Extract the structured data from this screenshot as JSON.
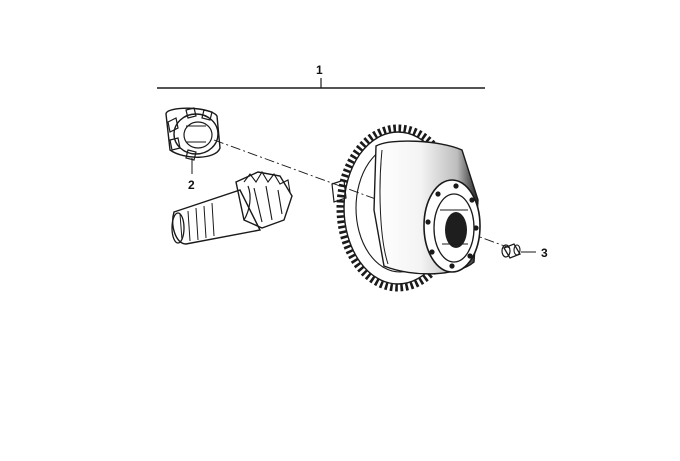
{
  "callouts": {
    "one": "1",
    "two": "2",
    "three": "3"
  },
  "colors": {
    "ink": "#1a1a1a",
    "background": "#ffffff"
  }
}
